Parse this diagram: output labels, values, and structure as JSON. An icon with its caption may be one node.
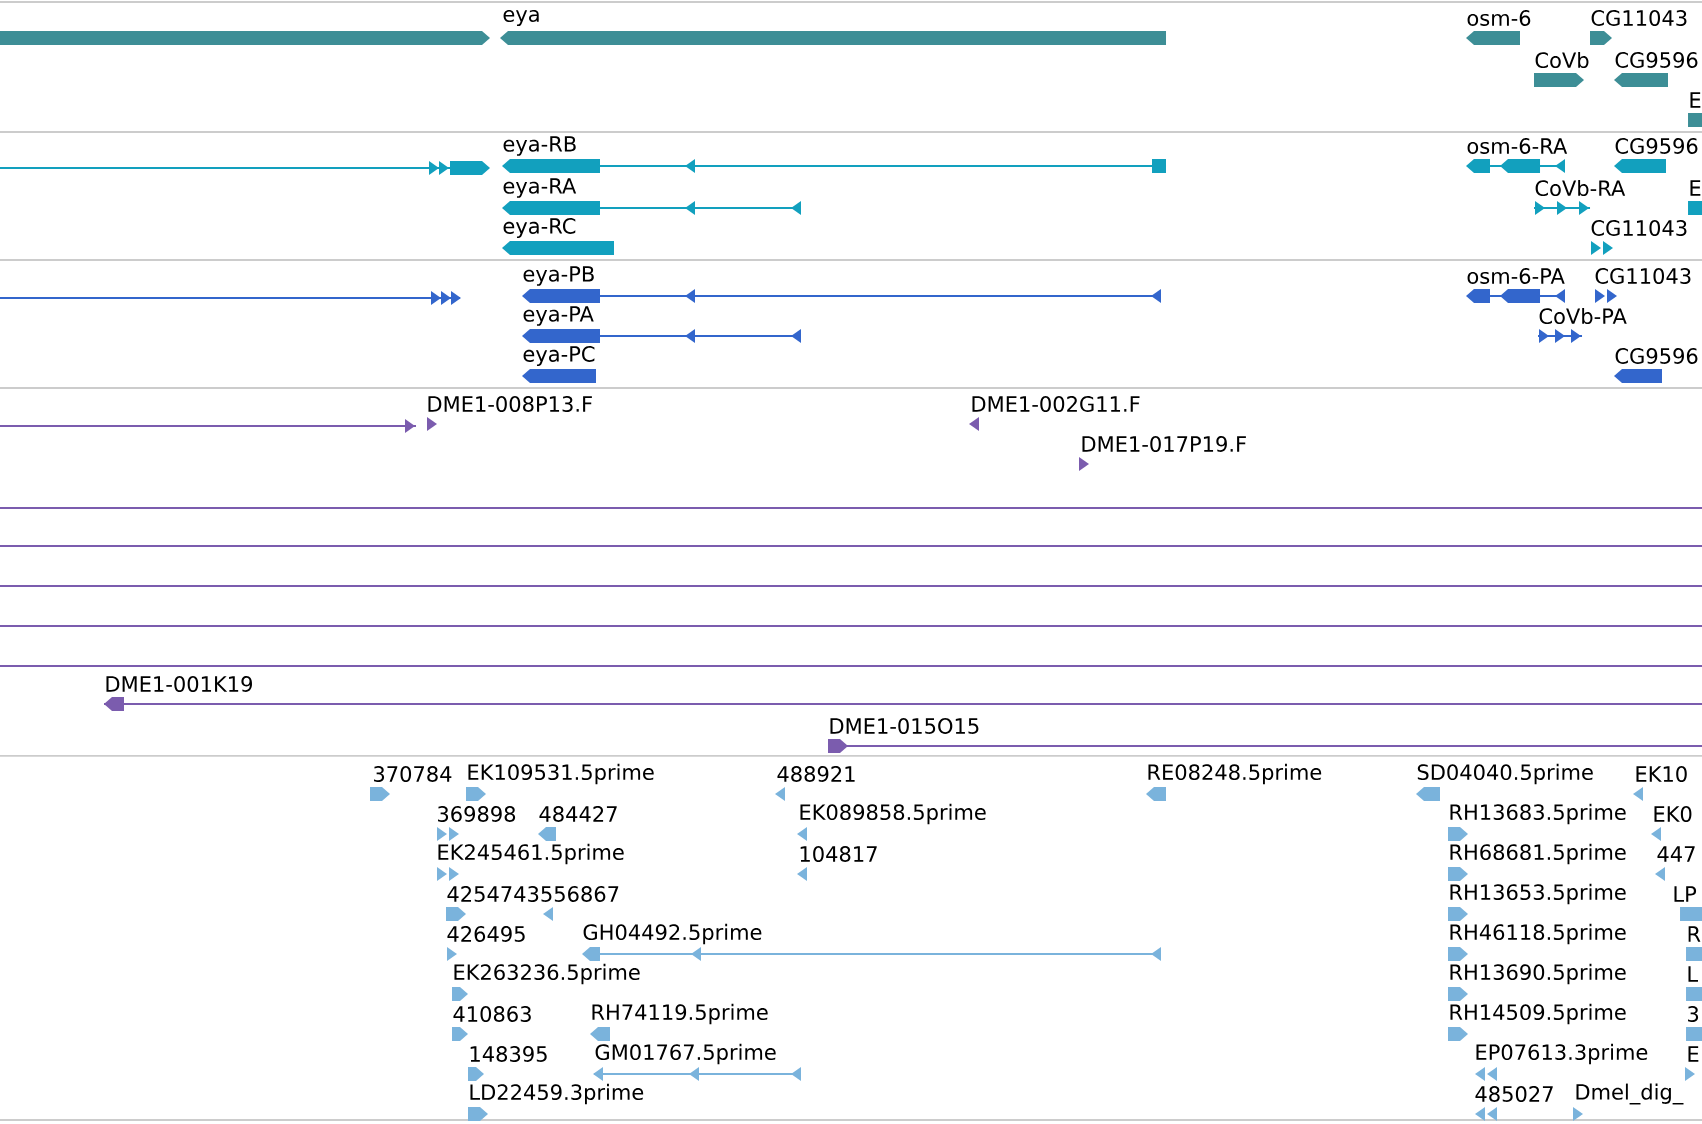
{
  "diagram": {
    "labels": [
      "eya",
      "osm-6",
      "CG11043",
      "CoVb",
      "CG9596",
      "E",
      "eya-RB",
      "osm-6-RA",
      "CG9596",
      "eya-RA",
      "CoVb-RA",
      "E",
      "eya-RC",
      "CG11043",
      "eya-PB",
      "osm-6-PA",
      "CG11043",
      "eya-PA",
      "CoVb-PA",
      "eya-PC",
      "CG9596",
      "DME1-008P13.F",
      "DME1-002G11.F",
      "DME1-017P19.F",
      "DME1-001K19",
      "DME1-015O15",
      "370784",
      "EK109531.5prime",
      "488921",
      "RE08248.5prime",
      "SD04040.5prime",
      "EK10",
      "369898",
      "484427",
      "EK089858.5prime",
      "RH13683.5prime",
      "EK0",
      "EK245461.5prime",
      "104817",
      "RH68681.5prime",
      "447",
      "4254743556867",
      "RH13653.5prime",
      "LP",
      "426495",
      "GH04492.5prime",
      "RH46118.5prime",
      "R",
      "EK263236.5prime",
      "RH13690.5prime",
      "L",
      "410863",
      "RH74119.5prime",
      "RH14509.5prime",
      "3",
      "148395",
      "GM01767.5prime",
      "EP07613.3prime",
      "E",
      "LD22459.3prime",
      "485027",
      "Dmel_dig_"
    ]
  }
}
